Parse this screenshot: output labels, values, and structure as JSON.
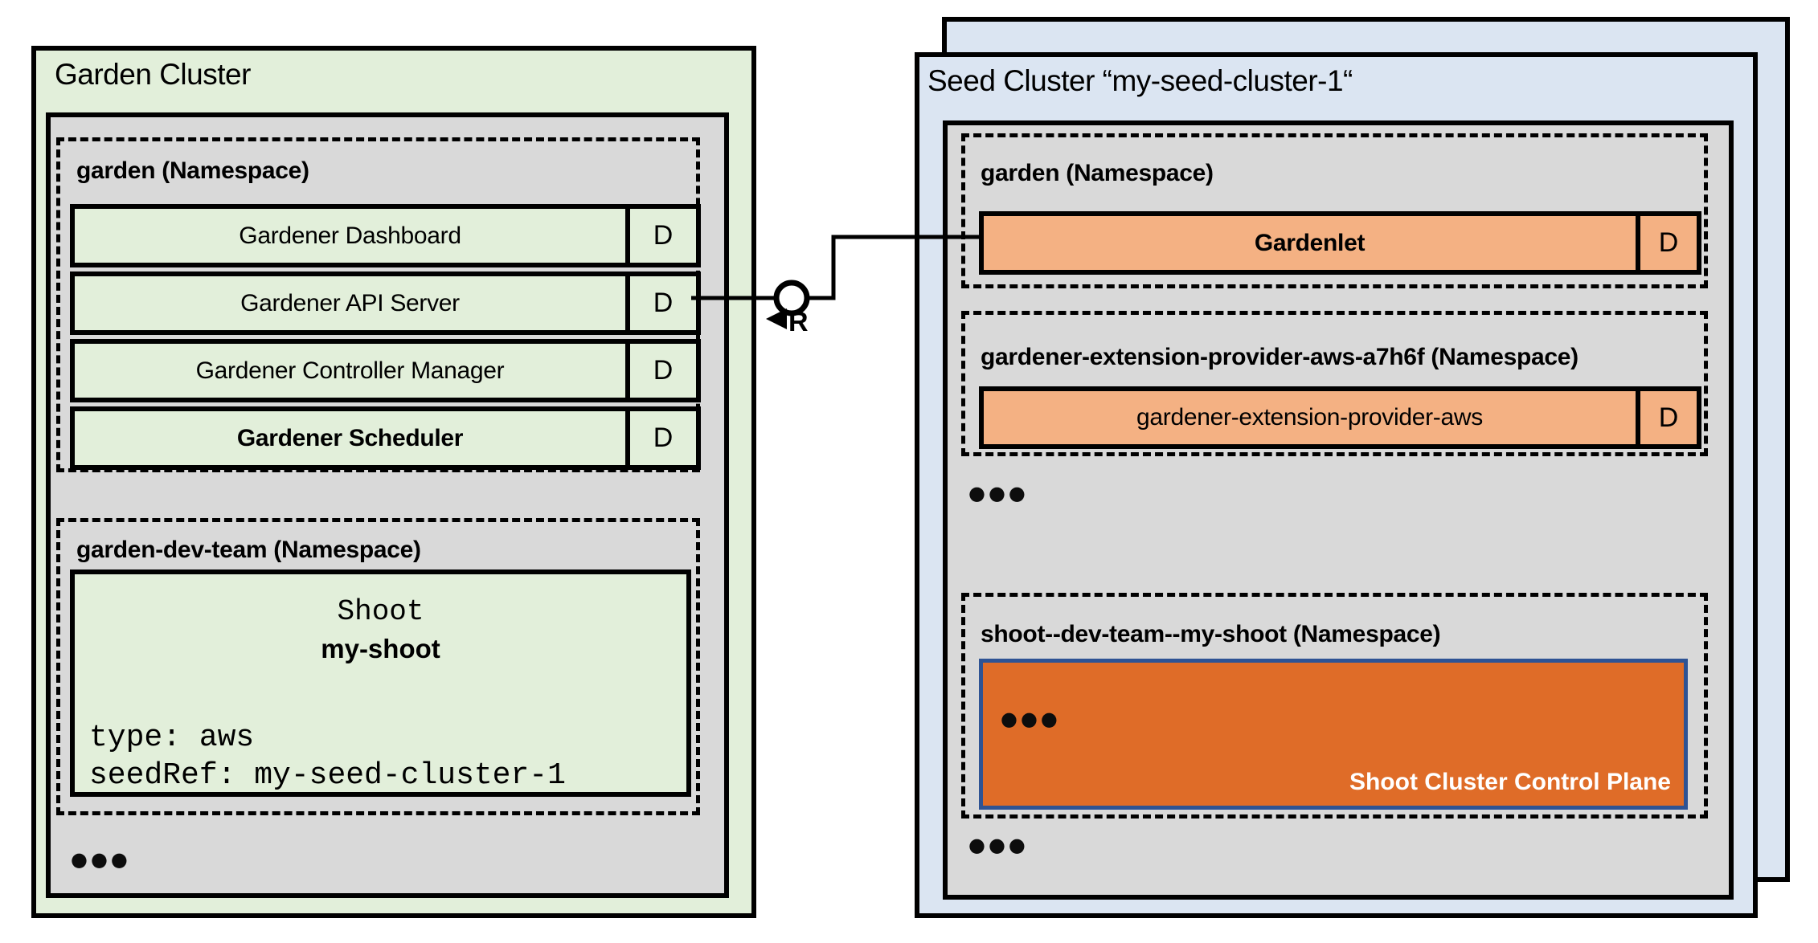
{
  "colors": {
    "cluster_green": "#e2efda",
    "cluster_blue": "#dbe5f2",
    "namespace_gray": "#d9d9d9",
    "component_green": "#e2efda",
    "component_orange": "#f4b183",
    "control_plane_orange": "#df6c28",
    "control_plane_border": "#2e5394",
    "line_black": "#000000"
  },
  "garden_cluster": {
    "title": "Garden Cluster",
    "garden_namespace": {
      "label": "garden (Namespace)",
      "components": [
        {
          "name": "Gardener Dashboard",
          "badge": "D"
        },
        {
          "name": "Gardener API Server",
          "badge": "D"
        },
        {
          "name": "Gardener Controller Manager",
          "badge": "D"
        },
        {
          "name": "Gardener Scheduler",
          "badge": "D"
        }
      ]
    },
    "dev_namespace": {
      "label": "garden-dev-team (Namespace)",
      "shoot": {
        "kind": "Shoot",
        "name": "my-shoot",
        "spec_line_1": "type: aws",
        "spec_line_2": "seedRef: my-seed-cluster-1"
      }
    },
    "ellipsis": "●●●"
  },
  "seed_cluster": {
    "title": "Seed Cluster “my-seed-cluster-1“",
    "garden_namespace": {
      "label": "garden (Namespace)",
      "component": {
        "name": "Gardenlet",
        "badge": "D"
      }
    },
    "extension_namespace": {
      "label": "gardener-extension-provider-aws-a7h6f (Namespace)",
      "component": {
        "name": "gardener-extension-provider-aws",
        "badge": "D"
      }
    },
    "ellipsis_1": "●●●",
    "shoot_namespace": {
      "label": "shoot--dev-team--my-shoot (Namespace)",
      "control_plane": {
        "ellipsis": "●●●",
        "label": "Shoot Cluster Control Plane"
      }
    },
    "ellipsis_2": "●●●"
  },
  "connector": {
    "interface_label": "R"
  }
}
